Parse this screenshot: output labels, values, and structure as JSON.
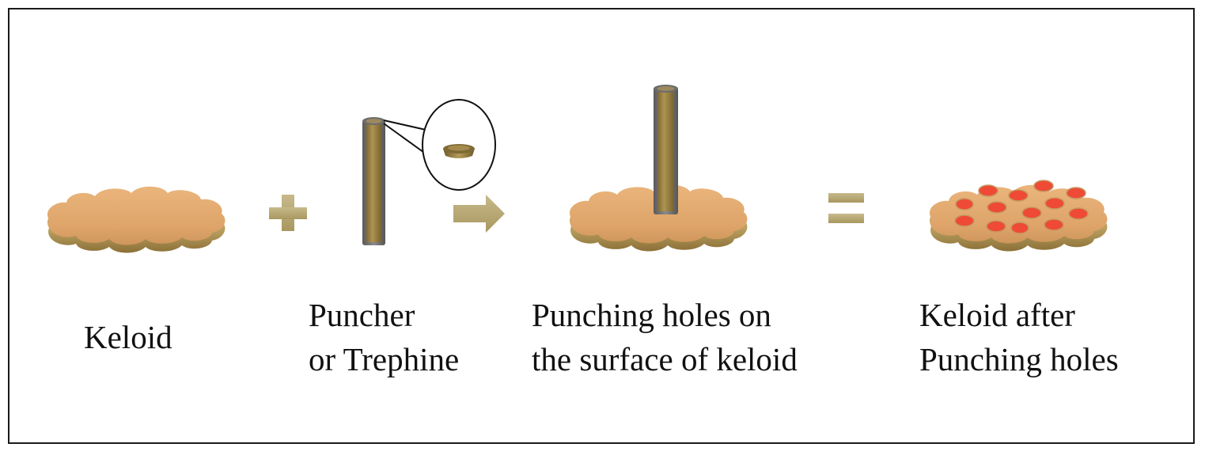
{
  "labels": {
    "keloid": "Keloid",
    "puncher": [
      "Puncher",
      "or Trephine"
    ],
    "punching": [
      "Punching holes on",
      "the surface of keloid"
    ],
    "after": [
      "Keloid after",
      "Punching holes"
    ]
  },
  "operators": {
    "plus": "plus-sign",
    "arrow": "right-arrow",
    "equals": "equals-sign"
  },
  "colors": {
    "keloid_top": "#e3a96f",
    "keloid_side": "#b38d4a",
    "operator": "#b8a777",
    "tube_border": "#6f6f6f",
    "tube_fill": "#9b8244",
    "hole": "#ee4a36"
  }
}
